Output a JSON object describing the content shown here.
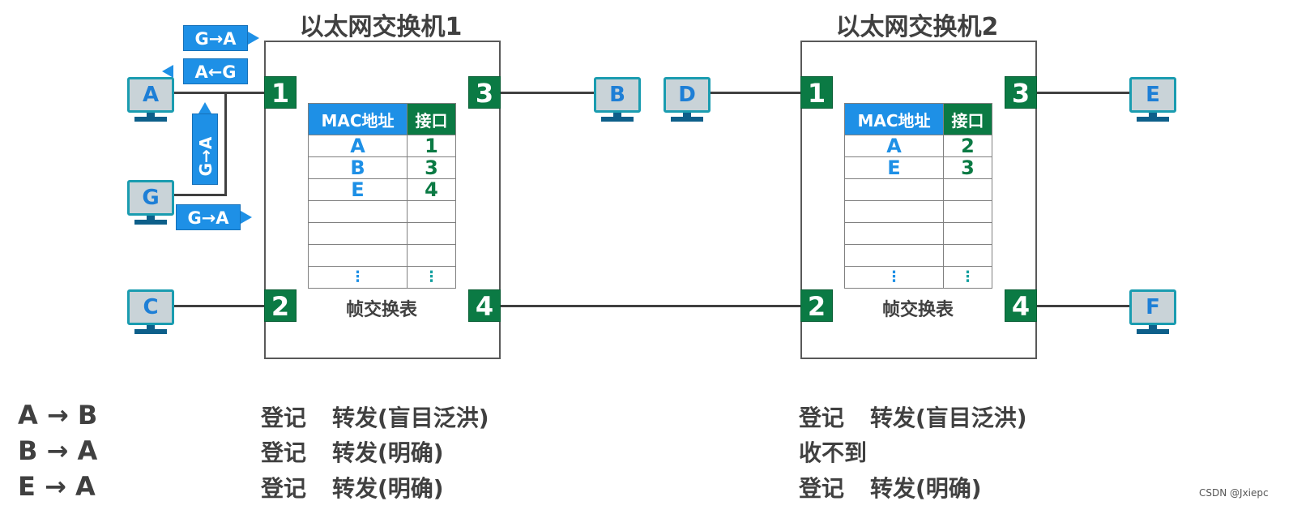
{
  "switches": [
    {
      "title": "以太网交换机1",
      "ports": [
        "1",
        "2",
        "3",
        "4"
      ],
      "table": {
        "headers": [
          "MAC地址",
          "接口"
        ],
        "rows": [
          [
            "A",
            "1"
          ],
          [
            "B",
            "3"
          ],
          [
            "E",
            "4"
          ],
          [
            "",
            ""
          ],
          [
            "",
            ""
          ],
          [
            "",
            ""
          ],
          [
            "⋮",
            "⋮"
          ]
        ],
        "caption": "帧交换表"
      }
    },
    {
      "title": "以太网交换机2",
      "ports": [
        "1",
        "2",
        "3",
        "4"
      ],
      "table": {
        "headers": [
          "MAC地址",
          "接口"
        ],
        "rows": [
          [
            "A",
            "2"
          ],
          [
            "E",
            "3"
          ],
          [
            "",
            ""
          ],
          [
            "",
            ""
          ],
          [
            "",
            ""
          ],
          [
            "",
            ""
          ],
          [
            "⋮",
            "⋮"
          ]
        ],
        "caption": "帧交换表"
      }
    }
  ],
  "hosts": [
    "A",
    "G",
    "C",
    "B",
    "D",
    "E",
    "F"
  ],
  "frames": {
    "top_out": "G→A",
    "top_in": "A←G",
    "vertical": "G→A",
    "bottom": "G→A"
  },
  "flows": [
    {
      "label": "A → B",
      "sw1": [
        "登记",
        "转发(盲目泛洪)"
      ],
      "sw2": [
        "登记",
        "转发(盲目泛洪)"
      ]
    },
    {
      "label": "B → A",
      "sw1": [
        "登记",
        "转发(明确)"
      ],
      "sw2": [
        "收不到"
      ]
    },
    {
      "label": "E → A",
      "sw1": [
        "登记",
        "转发(明确)"
      ],
      "sw2": [
        "登记",
        "转发(明确)"
      ]
    }
  ],
  "watermark": "CSDN @Jxiepc",
  "colors": {
    "port_green": "#0b7a44",
    "frame_blue": "#1e90e6",
    "text_gray": "#404040"
  }
}
